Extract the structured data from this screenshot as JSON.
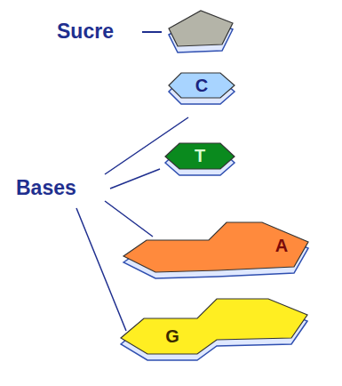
{
  "diagram": {
    "nodes": [
      {
        "text": [
          "C"
        ]
      },
      {
        "text": [
          "T"
        ]
      },
      {
        "text": [
          "A"
        ]
      },
      {
        "text": [
          "G"
        ]
      }
    ],
    "labels": [
      "Sucre",
      "Bases"
    ]
  }
}
